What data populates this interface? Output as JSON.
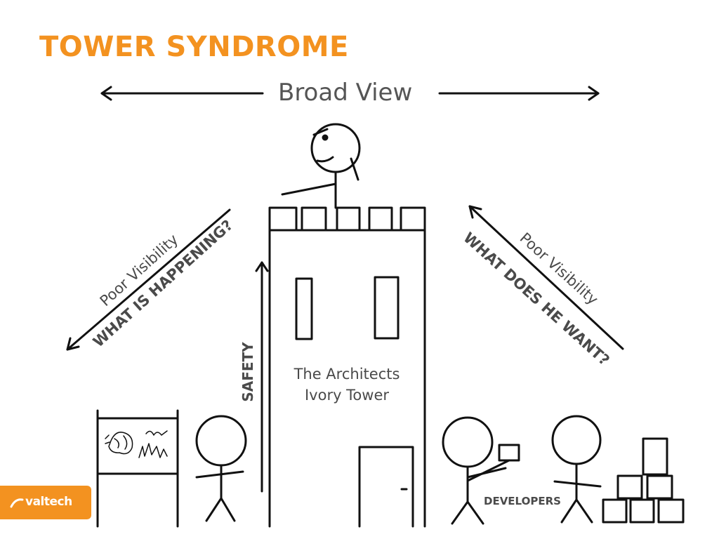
{
  "title": "TOWER SYNDROME",
  "top_label": "Broad View",
  "tower": {
    "line1": "The Architects",
    "line2": "Ivory Tower",
    "side_label": "SAFETY"
  },
  "left_side": {
    "visibility": "Poor Visibility",
    "question": "WHAT IS HAPPENING?"
  },
  "right_side": {
    "visibility": "Poor Visibility",
    "question": "WHAT DOES HE WANT?"
  },
  "group_label": "DEVELOPERS",
  "logo": {
    "text": "valtech"
  },
  "colors": {
    "accent": "#f39220",
    "ink": "#111111",
    "text_gray": "#4a4a4a"
  }
}
